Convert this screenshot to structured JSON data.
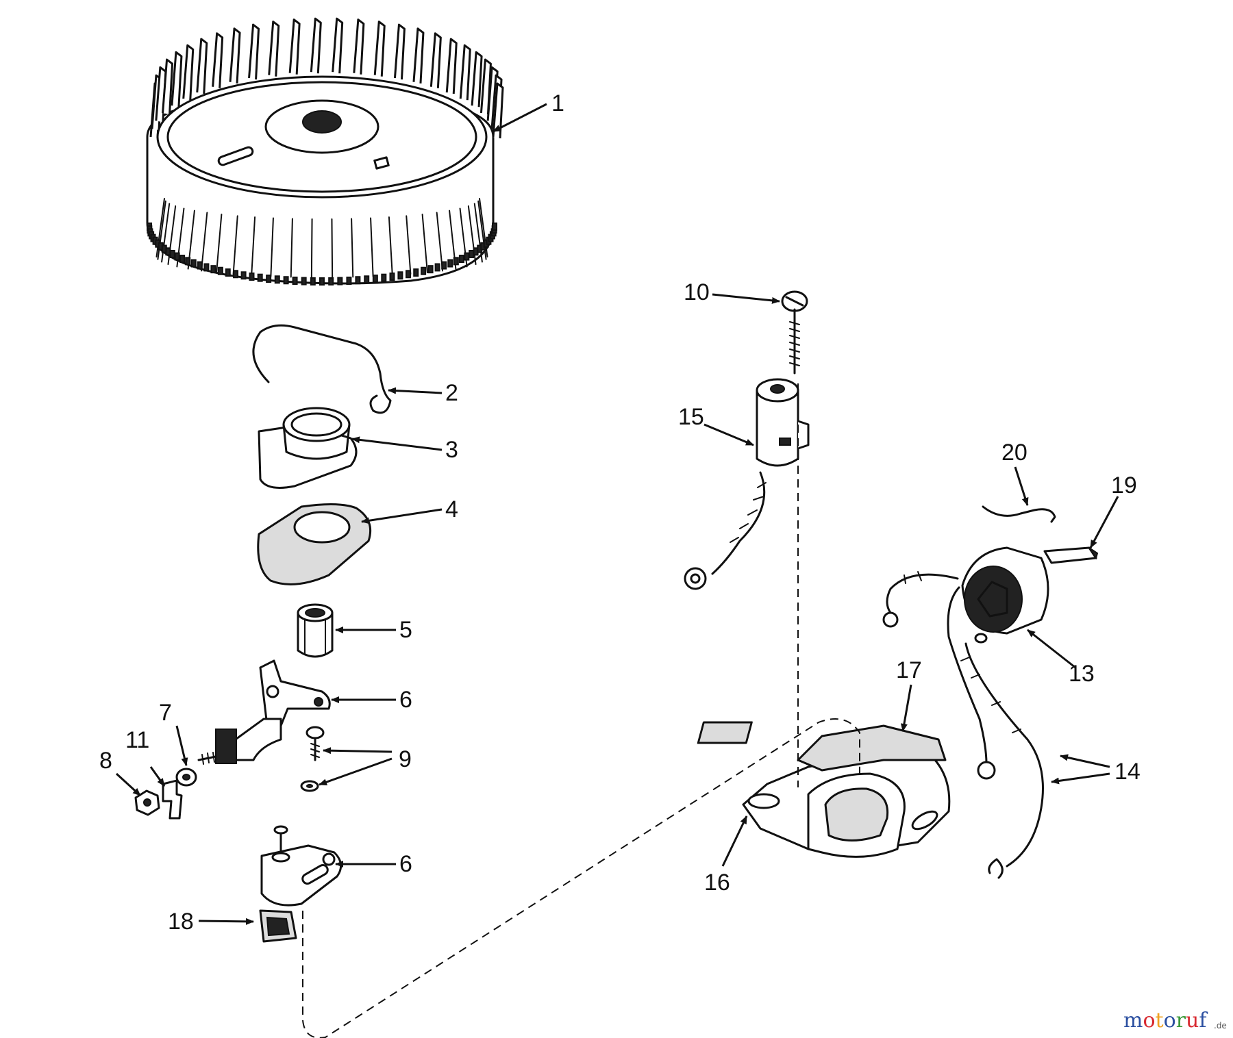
{
  "diagram": {
    "callouts": [
      {
        "id": "1",
        "text": "1"
      },
      {
        "id": "2",
        "text": "2"
      },
      {
        "id": "3",
        "text": "3"
      },
      {
        "id": "4",
        "text": "4"
      },
      {
        "id": "5",
        "text": "5"
      },
      {
        "id": "6a",
        "text": "6"
      },
      {
        "id": "6b",
        "text": "6"
      },
      {
        "id": "7",
        "text": "7"
      },
      {
        "id": "8",
        "text": "8"
      },
      {
        "id": "9",
        "text": "9"
      },
      {
        "id": "10",
        "text": "10"
      },
      {
        "id": "11",
        "text": "11"
      },
      {
        "id": "13",
        "text": "13"
      },
      {
        "id": "14",
        "text": "14"
      },
      {
        "id": "15",
        "text": "15"
      },
      {
        "id": "16",
        "text": "16"
      },
      {
        "id": "17",
        "text": "17"
      },
      {
        "id": "18",
        "text": "18"
      },
      {
        "id": "19",
        "text": "19"
      },
      {
        "id": "20",
        "text": "20"
      }
    ]
  },
  "watermark": {
    "letters": [
      {
        "ch": "m",
        "color": "#2b4fa0"
      },
      {
        "ch": "o",
        "color": "#d8282f"
      },
      {
        "ch": "t",
        "color": "#f0a020"
      },
      {
        "ch": "o",
        "color": "#2b4fa0"
      },
      {
        "ch": "r",
        "color": "#3a9a3a"
      },
      {
        "ch": "u",
        "color": "#d8282f"
      },
      {
        "ch": "f",
        "color": "#2b4fa0"
      }
    ],
    "suffix": ".de"
  }
}
